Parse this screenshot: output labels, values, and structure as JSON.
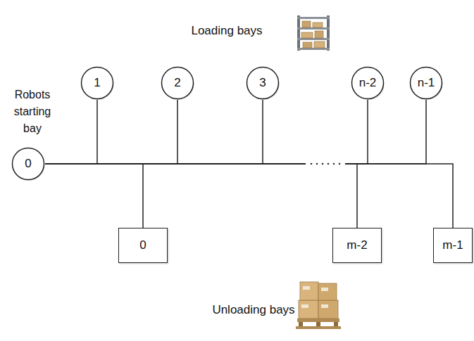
{
  "diagram": {
    "nodes": [
      {
        "text": [
          "0"
        ]
      },
      {
        "text": [
          "1"
        ]
      },
      {
        "text": [
          "2"
        ]
      },
      {
        "text": [
          "3"
        ]
      },
      {
        "text": [
          "n-2"
        ]
      },
      {
        "text": [
          "n-1"
        ]
      },
      {
        "text": [
          "0"
        ]
      },
      {
        "text": [
          "m-2"
        ]
      },
      {
        "text": [
          "m-1"
        ]
      }
    ],
    "edges": [
      {
        "from": 0,
        "to": 1,
        "arrow": "none"
      },
      {
        "from": 0,
        "to": 2,
        "arrow": "none"
      },
      {
        "from": 0,
        "to": 3,
        "arrow": "none"
      },
      {
        "from": 0,
        "to": 4,
        "arrow": "none"
      },
      {
        "from": 0,
        "to": 5,
        "arrow": "none"
      },
      {
        "from": 0,
        "to": 6,
        "arrow": "none"
      },
      {
        "from": 0,
        "to": 7,
        "arrow": "none"
      },
      {
        "from": 0,
        "to": 8,
        "arrow": "none"
      }
    ],
    "labels": [
      "Loading bays",
      "Robots starting bay",
      "Unloading bays"
    ]
  }
}
